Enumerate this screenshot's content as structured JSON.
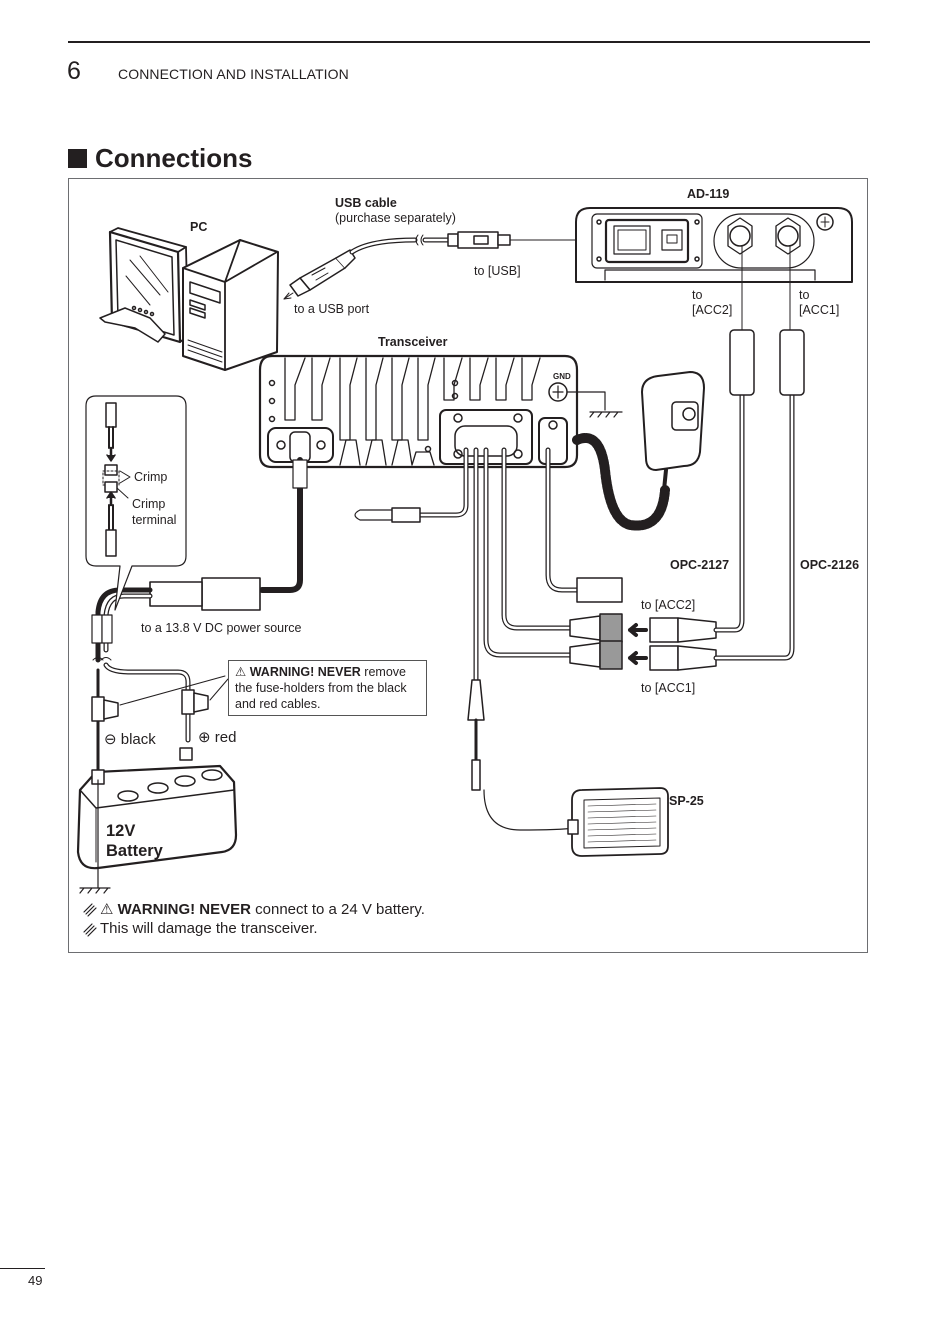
{
  "header": {
    "chapter_number": "6",
    "chapter_title": "CONNECTION AND INSTALLATION"
  },
  "section": {
    "title": "Connections"
  },
  "diagram": {
    "labels": {
      "pc": "PC",
      "usb_cable": "USB cable",
      "usb_cable_note": "(purchase separately)",
      "to_usb_port": "to a USB port",
      "to_usb": "to [USB]",
      "ad119": "AD-119",
      "ad_to_acc2_a": "to",
      "ad_to_acc2_b": "[ACC2]",
      "ad_to_acc1_a": "to",
      "ad_to_acc1_b": "[ACC1]",
      "transceiver": "Transceiver",
      "gnd": "GND",
      "crimp": "Crimp",
      "crimp_terminal_a": "Crimp",
      "crimp_terminal_b": "terminal",
      "power_source": "to a 13.8 V DC power source",
      "opc2127": "OPC-2127",
      "opc2126": "OPC-2126",
      "to_acc2": "to [ACC2]",
      "to_acc1": "to [ACC1]",
      "black": "black",
      "red": "red",
      "minus_symbol": "⊖",
      "plus_symbol": "⊕",
      "sp25": "SP-25",
      "battery_a": "12V",
      "battery_b": "Battery"
    },
    "fuse_warning": {
      "icon": "⚠",
      "bold": "WARNING! NEVER",
      "text": " remove the fuse-holders from the black and red cables."
    },
    "battery_warning": {
      "icon": "⚠",
      "bold": "WARNING! NEVER",
      "text_line1": " connect to a 24 V battery.",
      "text_line2": "This will damage the transceiver."
    }
  },
  "footer": {
    "page_number": "49"
  }
}
